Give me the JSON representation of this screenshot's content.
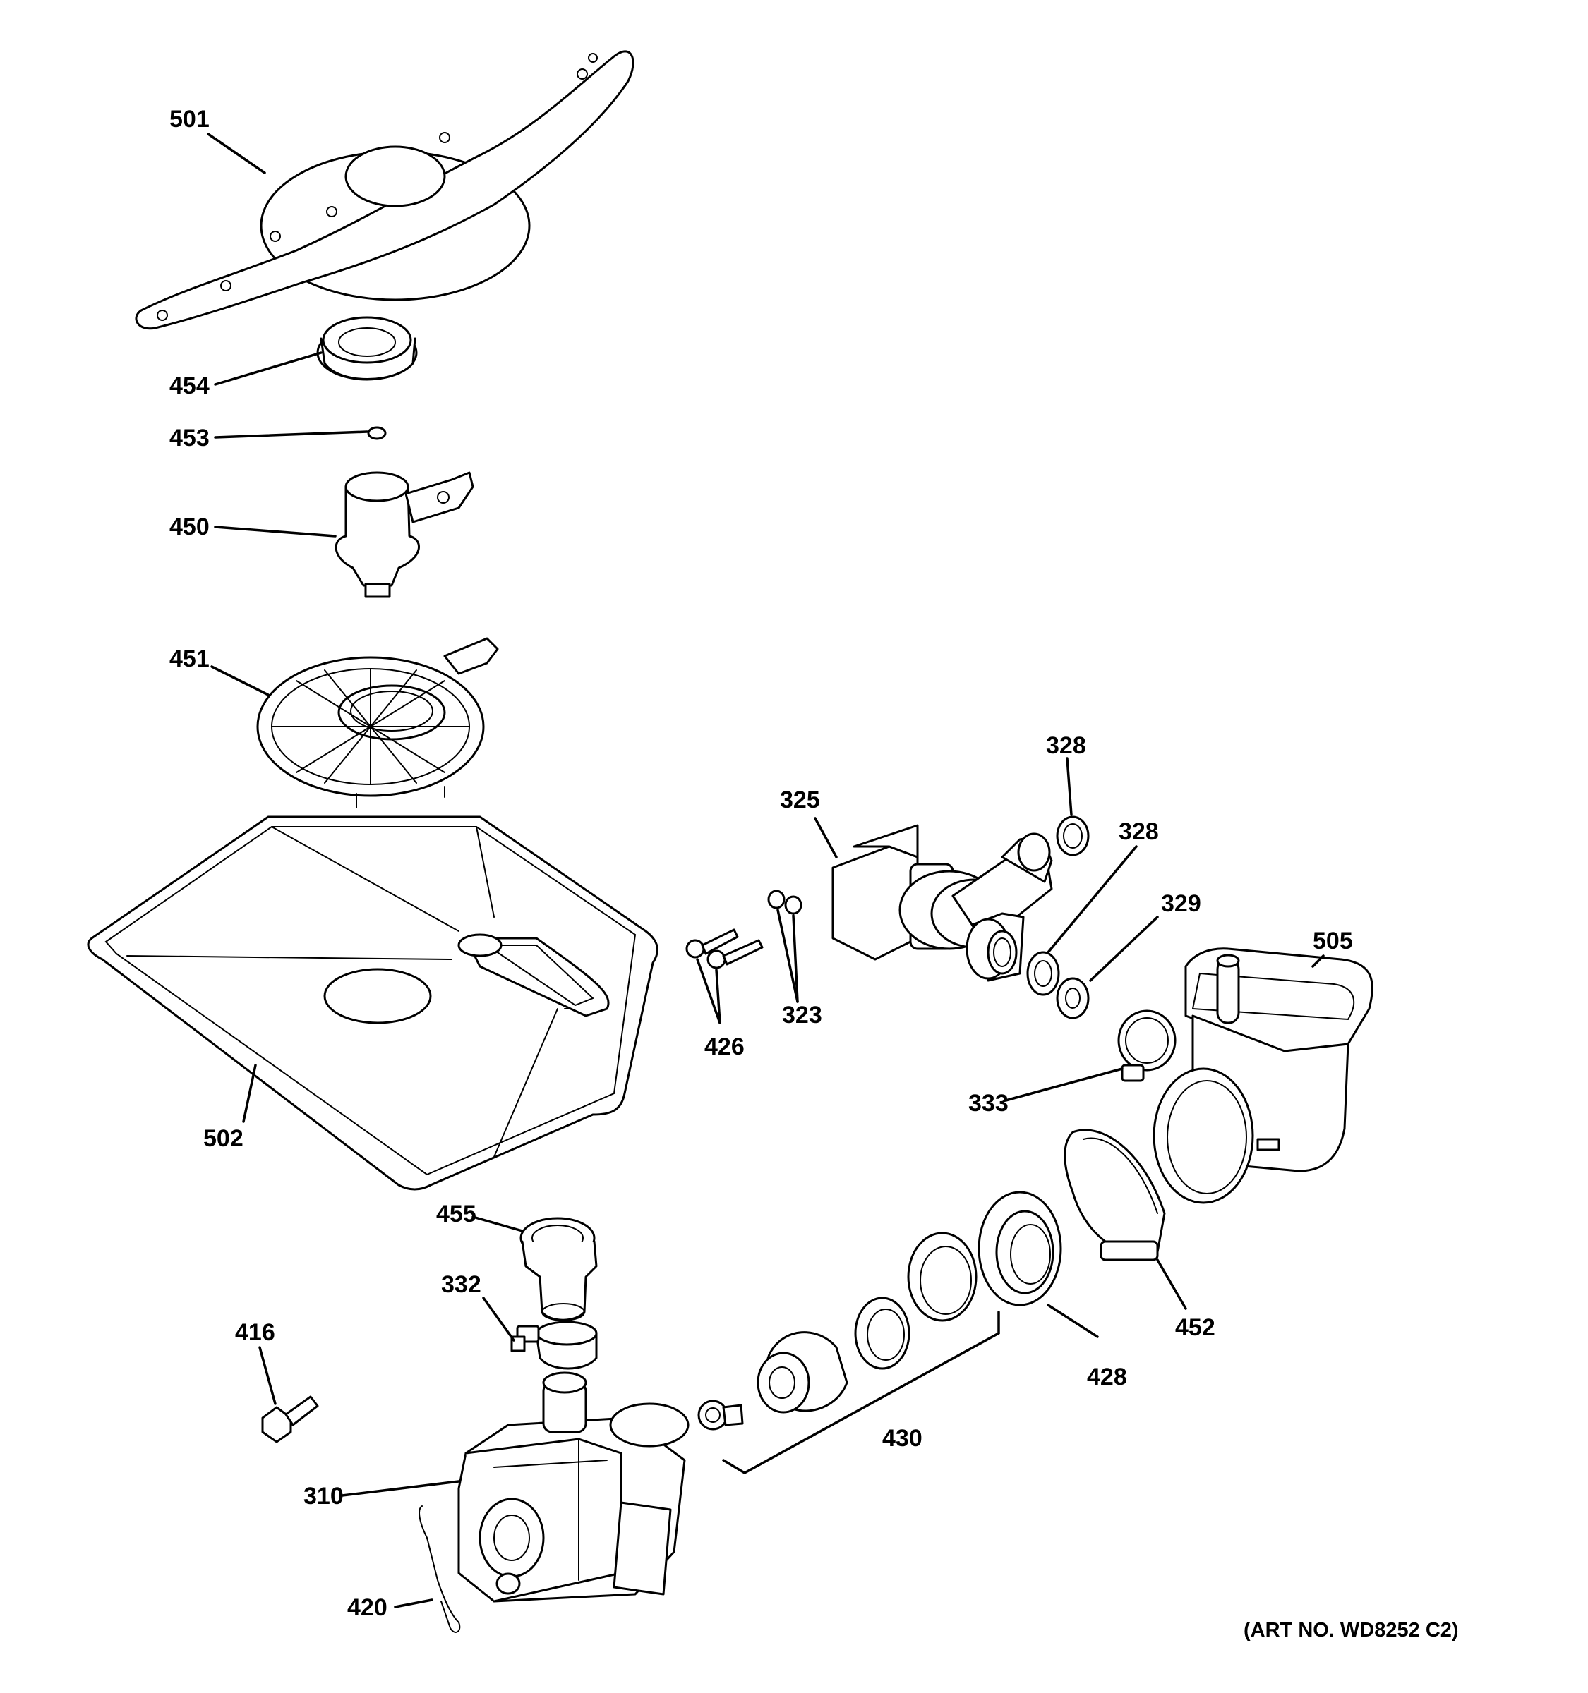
{
  "callouts": {
    "c501": "501",
    "c454": "454",
    "c453": "453",
    "c450": "450",
    "c451": "451",
    "c502": "502",
    "c325": "325",
    "c328a": "328",
    "c328b": "328",
    "c329": "329",
    "c505": "505",
    "c323": "323",
    "c426": "426",
    "c333": "333",
    "c455": "455",
    "c332": "332",
    "c416": "416",
    "c310": "310",
    "c420": "420",
    "c430": "430",
    "c428": "428",
    "c452": "452"
  },
  "art_number": "(ART NO. WD8252 C2)"
}
